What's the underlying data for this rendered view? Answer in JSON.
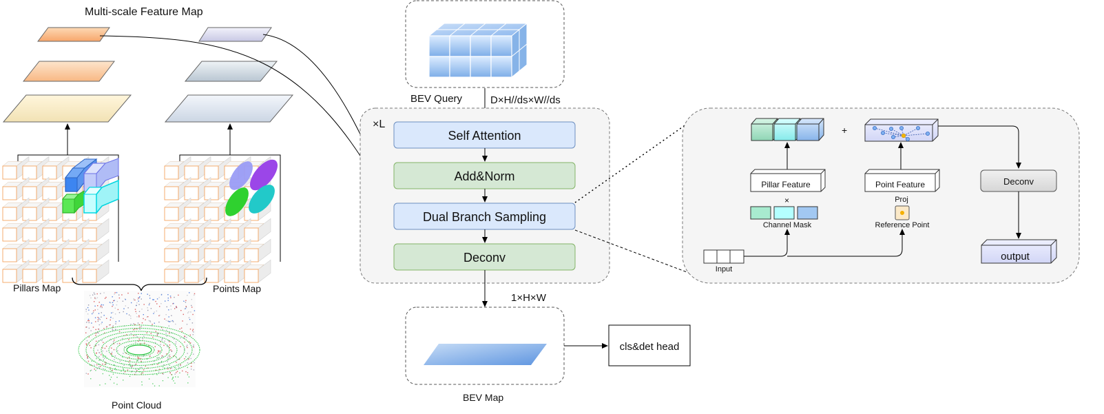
{
  "labels": {
    "multiscale": "Multi-scale Feature Map",
    "pillars_map": "Pillars Map",
    "points_map": "Points Map",
    "point_cloud": "Point Cloud",
    "bev_query": "BEV Query",
    "dim_query": "D×H//ds×W//ds",
    "times_l": "×L",
    "dim_out": "1×H×W",
    "bev_map": "BEV Map",
    "head": "cls&det head"
  },
  "transformer_blocks": [
    "Self Attention",
    "Add&Norm",
    "Dual Branch Sampling",
    "Deconv"
  ],
  "detail": {
    "pillar_feature": "Pillar Feature",
    "point_feature": "Point Feature",
    "channel_mask": "Channel Mask",
    "reference_point": "Reference Point",
    "proj": "Proj",
    "times": "×",
    "plus": "+",
    "input": "Input",
    "deconv": "Deconv",
    "output": "output"
  },
  "colors": {
    "attention_fill": "#dae8fc",
    "attention_stroke": "#6c8ebf",
    "norm_fill": "#d5e8d4",
    "norm_stroke": "#82b366",
    "panel_fill": "#f5f5f5",
    "orange_voxel": "#f4a460",
    "pillar_blue": "#3d85f0",
    "pillar_green": "#44e040",
    "pillar_cyan": "#40ffff",
    "pillar_lavender": "#b6c3f8"
  }
}
